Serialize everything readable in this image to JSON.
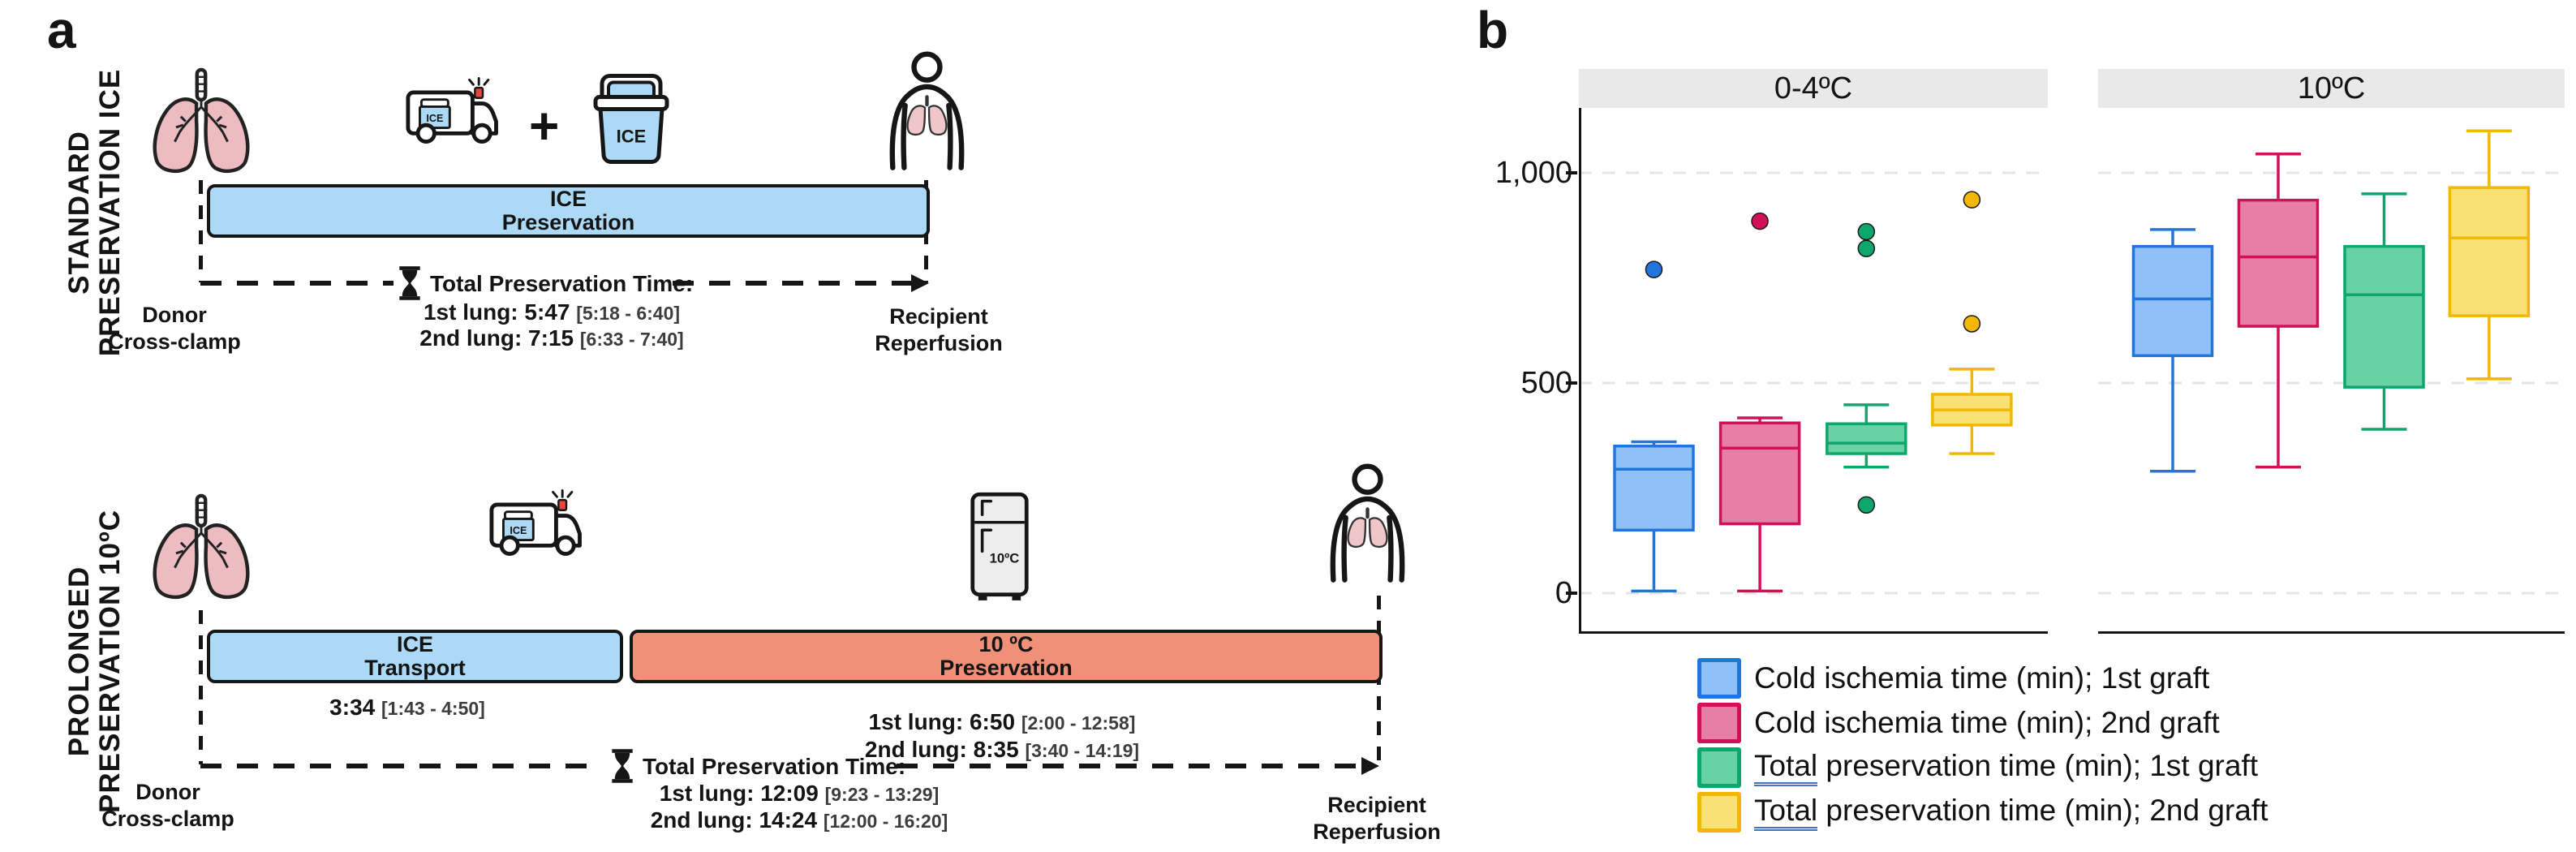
{
  "figure": {
    "panel_a_label": "a",
    "panel_b_label": "b"
  },
  "colors": {
    "accent_bar_blue": "#ABD9F6",
    "accent_bar_salmon": "#F09079",
    "outline": "#161616",
    "lungs_pink": "#EDBCC1",
    "beacon_red": "#E8453C",
    "gridline": "#E4E4E4",
    "strip_bg": "#E9E9E9",
    "underline_blue": "#4472C4",
    "series": {
      "blue": {
        "fill": "#8FC0F8",
        "stroke": "#2176DE"
      },
      "pink": {
        "fill": "#E77FA4",
        "stroke": "#D11057"
      },
      "green": {
        "fill": "#67D2A4",
        "stroke": "#0FA66E"
      },
      "yellow": {
        "fill": "#FAE173",
        "stroke": "#F2B705"
      }
    }
  },
  "panel_a": {
    "standard": {
      "side_label_line1": "STANDARD",
      "side_label_line2": "PRESERVATION ICE",
      "truck_box_label": "ICE",
      "plus": "+",
      "cooler_label": "ICE",
      "bar_line1": "ICE",
      "bar_line2": "Preservation",
      "timeline_title": "Total Preservation Time:",
      "total_lines": [
        {
          "bold": "1st lung: 5:47",
          "range": "[5:18 - 6:40]"
        },
        {
          "bold": "2nd lung: 7:15",
          "range": "[6:33 - 7:40]"
        }
      ],
      "start_line1": "Donor",
      "start_line2": "Cross-clamp",
      "end_line1": "Recipient",
      "end_line2": "Reperfusion"
    },
    "prolonged": {
      "side_label_line1": "PROLONGED",
      "side_label_line2": "PRESERVATION 10ºC",
      "truck_box_label": "ICE",
      "fridge_label": "10ºC",
      "ice_bar_line1": "ICE",
      "ice_bar_line2": "Transport",
      "ice_bar_stat": {
        "bold": "3:34",
        "range": "[1:43 - 4:50]"
      },
      "temp_bar_line1": "10 ºC",
      "temp_bar_line2": "Preservation",
      "temp_stats": [
        {
          "bold": "1st lung: 6:50",
          "range": "[2:00 - 12:58]"
        },
        {
          "bold": "2nd lung: 8:35",
          "range": "[3:40 - 14:19]"
        }
      ],
      "timeline_title": "Total Preservation Time:",
      "total_lines": [
        {
          "bold": "1st lung: 12:09",
          "range": "[9:23 - 13:29]"
        },
        {
          "bold": "2nd lung: 14:24",
          "range": "[12:00 - 16:20]"
        }
      ],
      "start_line1": "Donor",
      "start_line2": "Cross-clamp",
      "end_line1": "Recipient",
      "end_line2": "Reperfusion"
    }
  },
  "panel_b": {
    "chart_data": {
      "type": "box",
      "title": "",
      "xlabel": "",
      "ylabel": "",
      "ylim": [
        -100,
        1155
      ],
      "grid": "horizontal dashed",
      "legend_position": "bottom",
      "yticks": [
        {
          "value": 0,
          "label": "0"
        },
        {
          "value": 500,
          "label": "500"
        },
        {
          "value": 1000,
          "label": "1,000"
        }
      ],
      "facets": [
        {
          "label": "0-4ºC",
          "series": [
            {
              "name": "Cold ischemia time (min); 1st graft",
              "color_key": "blue",
              "whisker_low": 5,
              "q1": 150,
              "median": 295,
              "q3": 350,
              "whisker_high": 360,
              "outliers": [
                770
              ]
            },
            {
              "name": "Cold ischemia time (min); 2nd graft",
              "color_key": "pink",
              "whisker_low": 5,
              "q1": 165,
              "median": 345,
              "q3": 405,
              "whisker_high": 417,
              "outliers": [
                885
              ]
            },
            {
              "name": "Total preservation time (min); 1st graft",
              "color_key": "green",
              "whisker_low": 300,
              "q1": 332,
              "median": 357,
              "q3": 403,
              "whisker_high": 448,
              "outliers": [
                860,
                820,
                210
              ]
            },
            {
              "name": "Total preservation time (min); 2nd graft",
              "color_key": "yellow",
              "whisker_low": 332,
              "q1": 400,
              "median": 436,
              "q3": 473,
              "whisker_high": 533,
              "outliers": [
                936,
                641
              ]
            }
          ]
        },
        {
          "label": "10ºC",
          "series": [
            {
              "name": "Cold ischemia time (min); 1st graft",
              "color_key": "blue",
              "whisker_low": 290,
              "q1": 565,
              "median": 700,
              "q3": 825,
              "whisker_high": 865,
              "outliers": []
            },
            {
              "name": "Cold ischemia time (min); 2nd graft",
              "color_key": "pink",
              "whisker_low": 300,
              "q1": 635,
              "median": 800,
              "q3": 935,
              "whisker_high": 1045,
              "outliers": []
            },
            {
              "name": "Total preservation time (min); 1st graft",
              "color_key": "green",
              "whisker_low": 390,
              "q1": 490,
              "median": 710,
              "q3": 825,
              "whisker_high": 950,
              "outliers": []
            },
            {
              "name": "Total preservation time (min); 2nd graft",
              "color_key": "yellow",
              "whisker_low": 510,
              "q1": 660,
              "median": 845,
              "q3": 965,
              "whisker_high": 1100,
              "outliers": []
            }
          ]
        }
      ]
    },
    "legend": [
      {
        "color_key": "blue",
        "lead": "",
        "label": "Cold ischemia time (min); 1st graft"
      },
      {
        "color_key": "pink",
        "lead": "",
        "label": "Cold ischemia time (min); 2nd graft"
      },
      {
        "color_key": "green",
        "lead": "Total",
        "label": " preservation time (min); 1st graft"
      },
      {
        "color_key": "yellow",
        "lead": "Total",
        "label": " preservation time (min); 2nd graft"
      }
    ]
  }
}
